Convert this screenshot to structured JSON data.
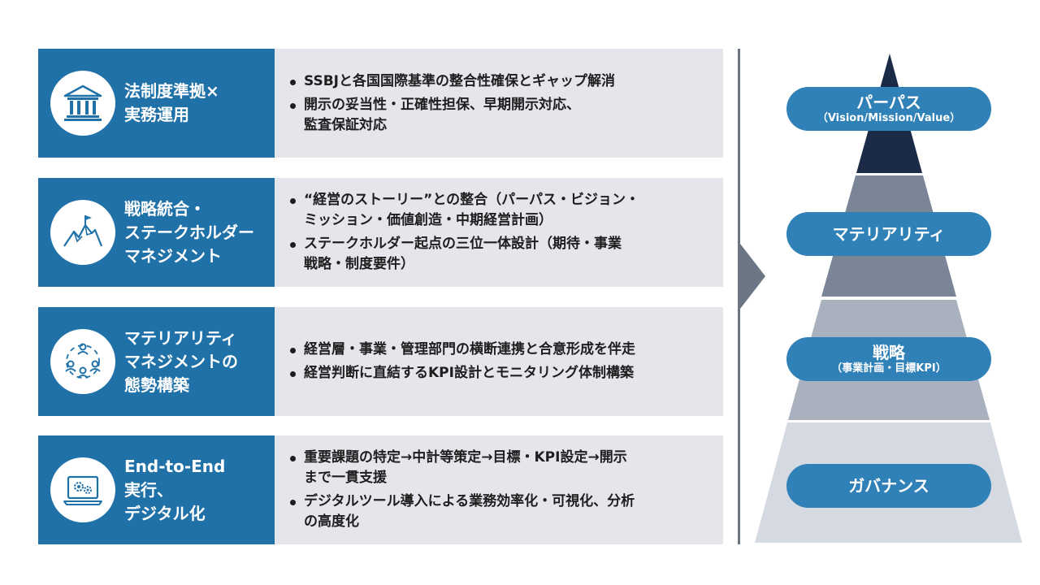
{
  "rows": [
    {
      "icon": "bank-building-icon",
      "title": "法制度準拠×\n実務運用",
      "bullets": [
        "SSBJと各国国際基準の整合性確保とギャップ解消",
        "開示の妥当性・正確性担保、早期開示対応、\n監査保証対応"
      ]
    },
    {
      "icon": "mountain-flag-icon",
      "title": "戦略統合・\nステークホルダー\nマネジメント",
      "bullets": [
        "“経営のストーリー”との整合（パーパス・ビジョン・\nミッション・価値創造・中期経営計画）",
        "ステークホルダー起点の三位一体設計（期待・事業\n戦略・制度要件）"
      ]
    },
    {
      "icon": "team-circle-icon",
      "title": "マテリアリティ\nマネジメントの\n態勢構築",
      "bullets": [
        "経営層・事業・管理部門の横断連携と合意形成を伴走",
        "経営判断に直結するKPI設計とモニタリング体制構築"
      ]
    },
    {
      "icon": "laptop-gears-icon",
      "title": "End-to-End\n実行、\nデジタル化",
      "bullets": [
        "重要課題の特定→中計等策定→目標・KPI設定→開示\nまで一貫支援",
        "デジタルツール導入による業務効率化・可視化、分析\nの高度化"
      ]
    }
  ],
  "pyramid": {
    "levels": [
      {
        "label": "パーパス",
        "sub": "（Vision/Mission/Value）",
        "color": "#1b2a47"
      },
      {
        "label": "マテリアリティ",
        "sub": "",
        "color": "#7a8698"
      },
      {
        "label": "戦略",
        "sub": "（事業計画・目標KPI）",
        "color": "#a9b1bf"
      },
      {
        "label": "ガバナンス",
        "sub": "",
        "color": "#d5d9e1"
      }
    ],
    "pill_color": "#2f81b8"
  },
  "colors": {
    "tile": "#2071a8",
    "panel": "#e4e6ec",
    "divider": "#6b7584"
  }
}
